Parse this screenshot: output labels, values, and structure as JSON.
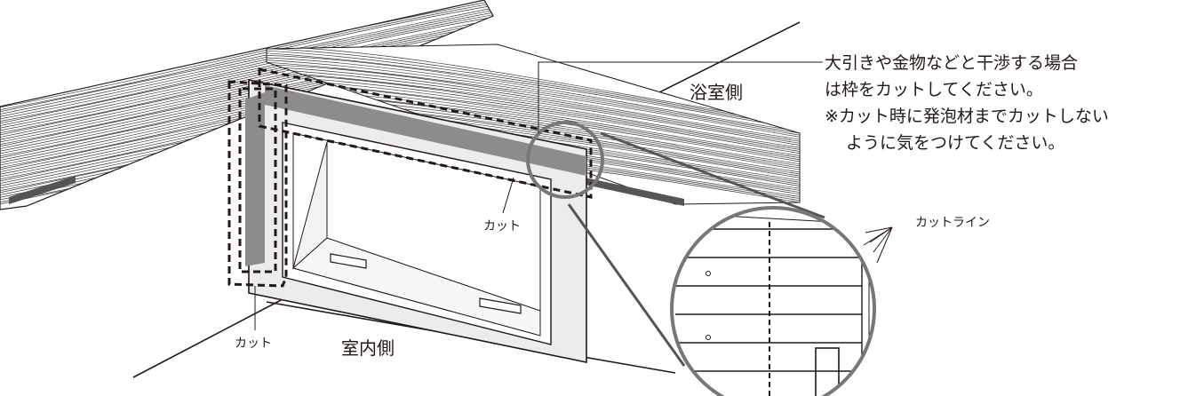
{
  "labels": {
    "bathroom_side": "浴室側",
    "indoor_side": "室内側",
    "cut_lower": "カット",
    "cut_frame": "カット",
    "cut_line": "カットライン"
  },
  "note": {
    "line1": "大引きや金物などと干渉する場合",
    "line2": "は枠をカットしてください。",
    "line3": "※カット時に発泡材までカットしない",
    "line4": "ように気をつけてください。"
  },
  "colors": {
    "ink": "#231815",
    "cut_band": "#8c8c8c",
    "frame_fill": "#ececec",
    "wood_line": "#3a3a3a"
  }
}
